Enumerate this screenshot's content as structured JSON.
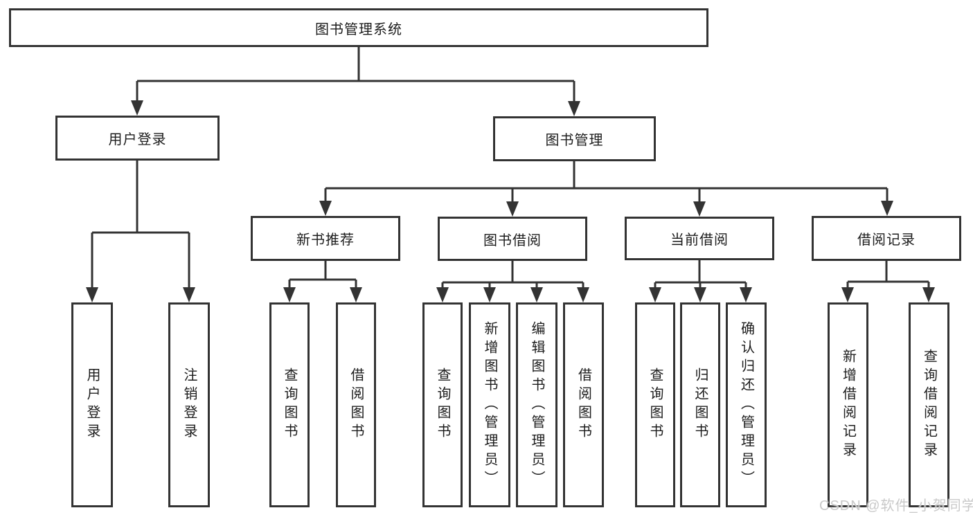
{
  "tree": {
    "root": {
      "label": "图书管理系统"
    },
    "branches": [
      {
        "label": "用户登录",
        "leaves": [
          {
            "label": "用户登录"
          },
          {
            "label": "注销登录"
          }
        ]
      },
      {
        "label": "图书管理",
        "groups": [
          {
            "label": "新书推荐",
            "leaves": [
              {
                "label": "查询图书"
              },
              {
                "label": "借阅图书"
              }
            ]
          },
          {
            "label": "图书借阅",
            "leaves": [
              {
                "label": "查询图书"
              },
              {
                "label": "新增图书（管理员）"
              },
              {
                "label": "编辑图书（管理员）"
              },
              {
                "label": "借阅图书"
              }
            ]
          },
          {
            "label": "当前借阅",
            "leaves": [
              {
                "label": "查询图书"
              },
              {
                "label": "归还图书"
              },
              {
                "label": "确认归还（管理员）"
              }
            ]
          },
          {
            "label": "借阅记录",
            "leaves": [
              {
                "label": "新增借阅记录"
              },
              {
                "label": "查询借阅记录"
              }
            ]
          }
        ]
      }
    ]
  },
  "watermark": "CSDN @软件_小贺同学",
  "colors": {
    "line": "#333333",
    "box_border": "#333333",
    "text": "#1c1c1c",
    "background": "#ffffff",
    "watermark": "#c9c9c9"
  }
}
